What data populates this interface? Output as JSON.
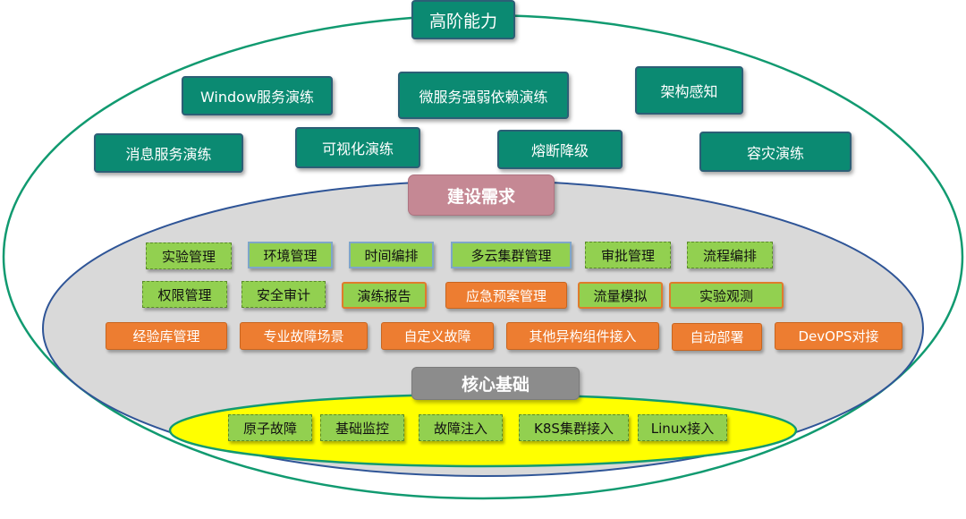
{
  "colors": {
    "outer_ellipse_stroke": "#119a70",
    "middle_ellipse_fill": "#d9d9d9",
    "middle_ellipse_stroke": "#2f5597",
    "inner_ellipse_fill": "#ffff00",
    "inner_ellipse_stroke": "#119a70",
    "teal_box": "#0b8a72",
    "pink_box": "#c58894",
    "gray_box": "#8c8c8c",
    "green_box": "#92d050",
    "orange_box": "#ed7d31"
  },
  "outer": {
    "title": "高阶能力",
    "items": [
      "Window服务演练",
      "微服务强弱依赖演练",
      "架构感知",
      "消息服务演练",
      "可视化演练",
      "熔断降级",
      "容灾演练"
    ]
  },
  "middle": {
    "title": "建设需求",
    "row1": [
      "实验管理",
      "环境管理",
      "时间编排",
      "多云集群管理",
      "审批管理",
      "流程编排"
    ],
    "row2": [
      "权限管理",
      "安全审计",
      "演练报告",
      "应急预案管理",
      "流量模拟",
      "实验观测"
    ],
    "row3": [
      "经验库管理",
      "专业故障场景",
      "自定义故障",
      "其他异构组件接入",
      "自动部署",
      "DevOPS对接"
    ]
  },
  "core": {
    "title": "核心基础",
    "items": [
      "原子故障",
      "基础监控",
      "故障注入",
      "K8S集群接入",
      "Linux接入"
    ]
  }
}
